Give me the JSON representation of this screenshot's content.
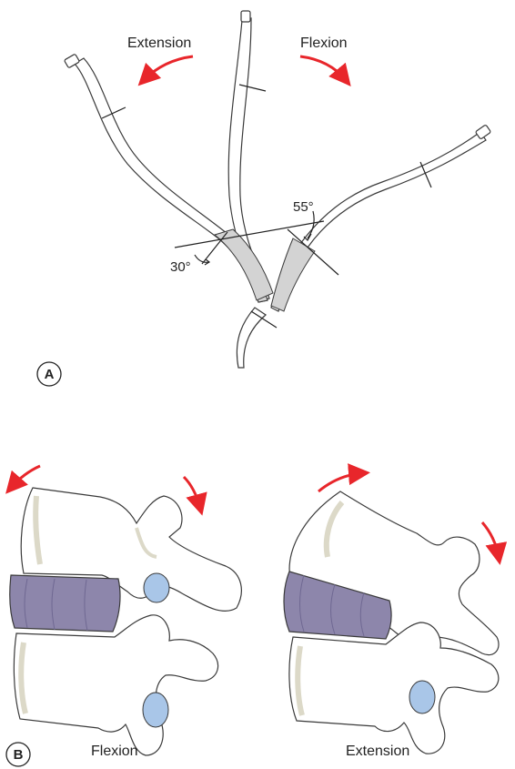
{
  "panel_a": {
    "label": "A",
    "extension_label": "Extension",
    "flexion_label": "Flexion",
    "angle_flexion": "55°",
    "angle_extension": "30°"
  },
  "panel_b": {
    "label": "B",
    "flexion_caption": "Flexion",
    "extension_caption": "Extension"
  },
  "colors": {
    "arrow": "#e8262b",
    "disc": "#8d86ab",
    "foramen": "#a9c6e8",
    "shaded_segment": "#d3d3d3",
    "outline": "#3a3a3a",
    "bone_shadow": "#dcd9c8"
  }
}
